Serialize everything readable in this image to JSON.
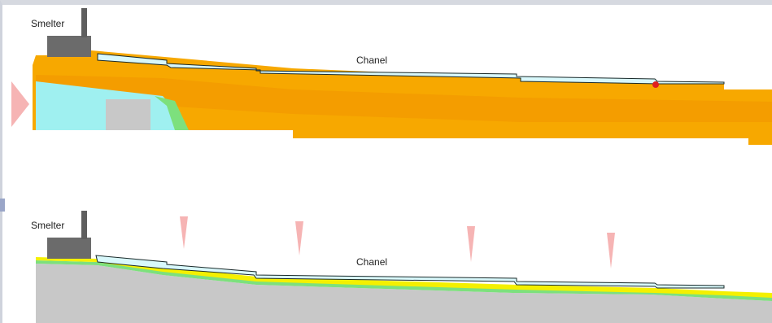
{
  "top_panel": {
    "smelter_label": "Smelter",
    "channel_label": "Chanel"
  },
  "bottom_panel": {
    "smelter_label": "Smelter",
    "channel_label": "Chanel"
  },
  "colors": {
    "melt_orange": "#f7a800",
    "melt_dark_orange": "#f29400",
    "cool_cyan": "#9ff0f0",
    "green": "#7de07d",
    "solid_grey": "#c8c8c8",
    "solid_yellow": "#f4f000",
    "smelter": "#6b6b6b",
    "channel_fill": "#d8f8fb",
    "arrow_pink": "#f6b4b4",
    "hot_spot": "#e02020"
  }
}
